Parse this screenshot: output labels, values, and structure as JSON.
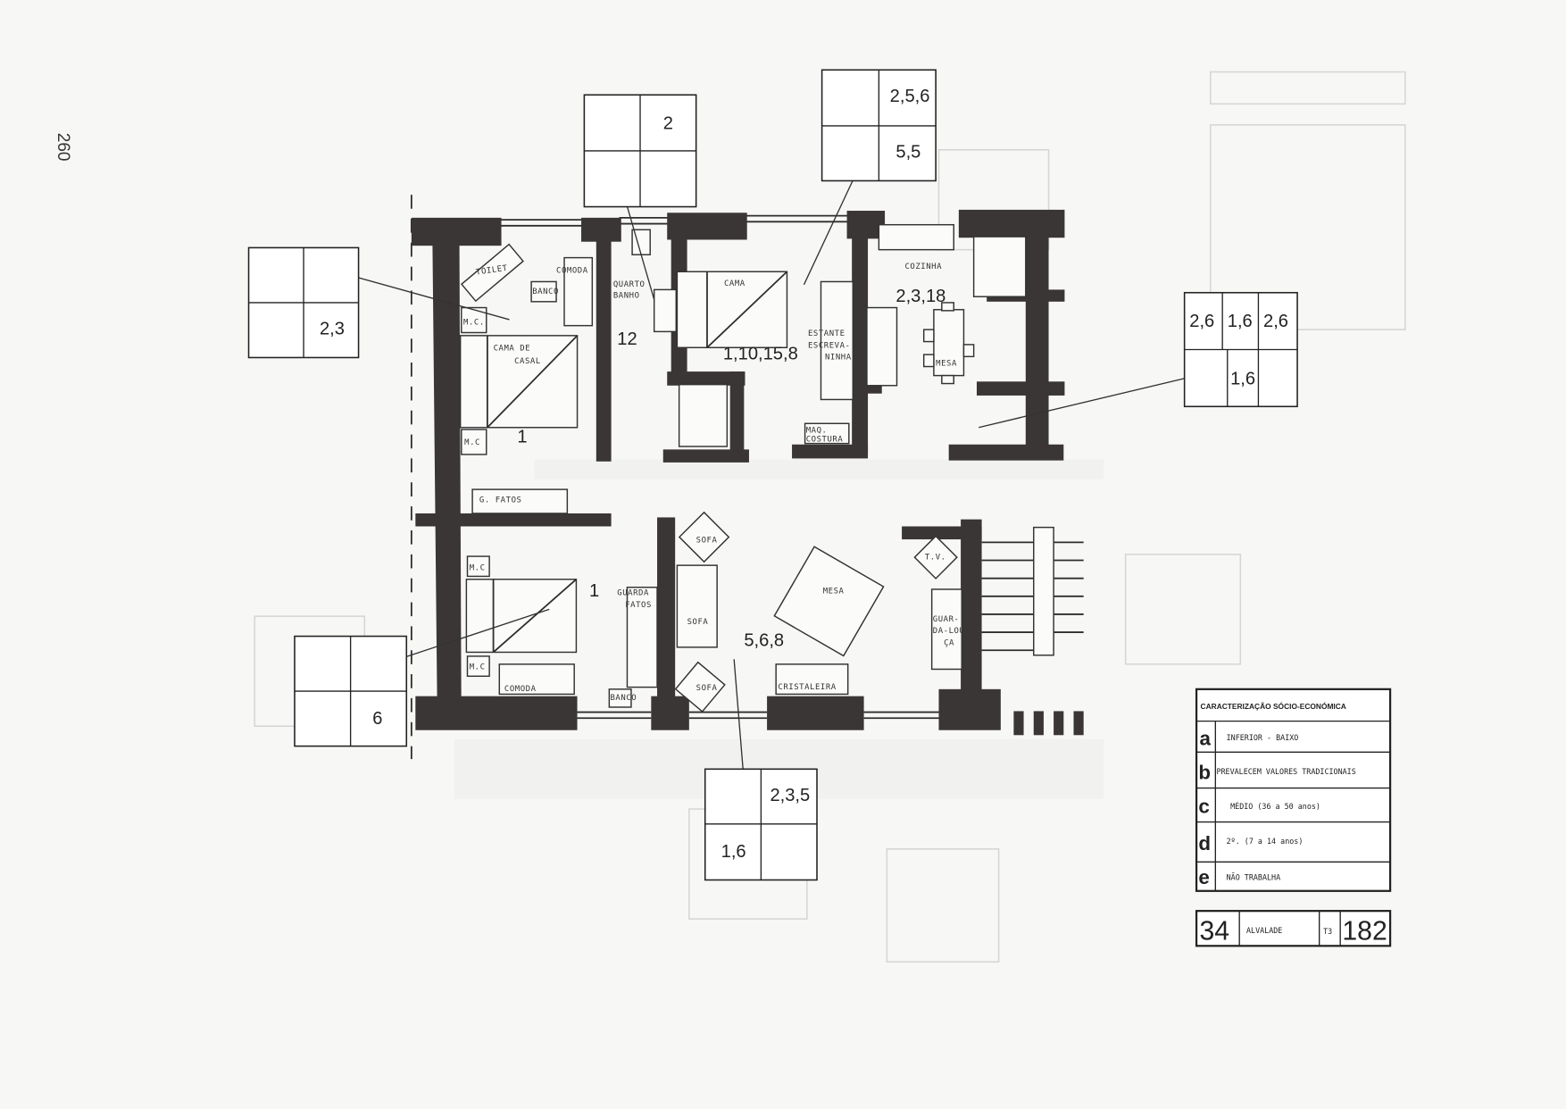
{
  "page_number": "260",
  "rooms": {
    "bedroom_top_number": "1",
    "bathroom_number": "12",
    "bedroom_middle_number": "1,10,15,8",
    "kitchen_number": "2,3,18",
    "bedroom_bottom_number": "1",
    "living_number": "5,6,8"
  },
  "labels": {
    "toilet": "TOILET",
    "comoda_top": "COMODA",
    "banco_top": "BANCO",
    "quarto_banho_1": "QUARTO",
    "quarto_banho_2": "BANHO",
    "mc_1": "M.C.",
    "cama_casal_1": "CAMA DE",
    "cama_casal_2": "CASAL",
    "mc_2": "M.C",
    "g_fatos": "G. FATOS",
    "cama": "CAMA",
    "estante_1": "ESTANTE",
    "estante_2": "ESCREVA-",
    "estante_3": "NINHA",
    "maq_costura_1": "MAQ.",
    "maq_costura_2": "COSTURA",
    "cozinha": "COZINHA",
    "mesa_kitchen": "MESA",
    "mc_3": "M.C",
    "mc_4": "M.C",
    "comoda_bottom": "COMODA",
    "guarda_fatos_1": "GUARDA",
    "guarda_fatos_2": "FATOS",
    "banco_bottom": "BANCO",
    "sofa_1": "SOFA",
    "sofa_2": "SOFA",
    "sofa_3": "SOFA",
    "mesa_living": "MESA",
    "tv": "T.V.",
    "guarda_louca_1": "GUAR-",
    "guarda_louca_2": "DA-LOU-",
    "guarda_louca_3": "ÇA",
    "cristaleira": "CRISTALEIRA"
  },
  "grid_boxes": {
    "bedroom_top": {
      "br": "2,3"
    },
    "bathroom": {
      "tr": "2"
    },
    "bedroom_middle": {
      "tr": "2,5,6",
      "br": "5,5"
    },
    "kitchen": {
      "t1": "2,6",
      "t2": "1,6",
      "t3": "2,6",
      "b2": "1,6"
    },
    "bedroom_bottom": {
      "br": "6"
    },
    "living": {
      "tr": "2,3,5",
      "bl": "1,6"
    }
  },
  "legend": {
    "title": "CARACTERIZAÇÃO SÓCIO-ECONÓMICA",
    "rows": [
      {
        "key": "a",
        "text": "INFERIOR - BAIXO"
      },
      {
        "key": "b",
        "text": "PREVALECEM VALORES TRADICIONAIS"
      },
      {
        "key": "c",
        "text": "MÉDIO (36 a 50 anos)"
      },
      {
        "key": "d",
        "text": "2º. (7 a 14 anos)"
      },
      {
        "key": "e",
        "text": "NÃO TRABALHA"
      }
    ]
  },
  "plate": {
    "number": "34",
    "district": "ALVALADE",
    "type": "T3",
    "code": "182"
  },
  "colors": {
    "wall": "#3b3636",
    "paper": "#f7f7f5",
    "ink": "#222222"
  }
}
